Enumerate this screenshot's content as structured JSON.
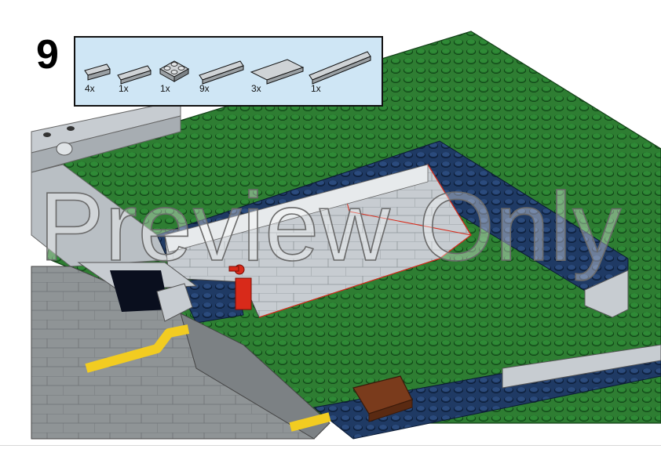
{
  "step": {
    "number": "9"
  },
  "parts": [
    {
      "icon": "plate-1x2-icon",
      "qty": "4x"
    },
    {
      "icon": "tile-1x4-icon",
      "qty": "1x"
    },
    {
      "icon": "plate-2x2-studs-icon",
      "qty": "1x"
    },
    {
      "icon": "tile-1x6-icon",
      "qty": "9x"
    },
    {
      "icon": "tile-2x6-icon",
      "qty": "3x"
    },
    {
      "icon": "tile-1x8-icon",
      "qty": "1x"
    }
  ],
  "watermark": {
    "text": "Preview Only"
  },
  "colors": {
    "baseplate_green": "#2e7d32",
    "stud_green": "#1f6a27",
    "tile_navy": "#1f3a64",
    "tile_gray": "#c7ccd1",
    "road_dark": "#8f9496",
    "road_yellow": "#f2cc21",
    "accent_red": "#d82a1a",
    "crate_brown": "#7a3b1c",
    "parts_box_bg": "#cfe6f5"
  }
}
